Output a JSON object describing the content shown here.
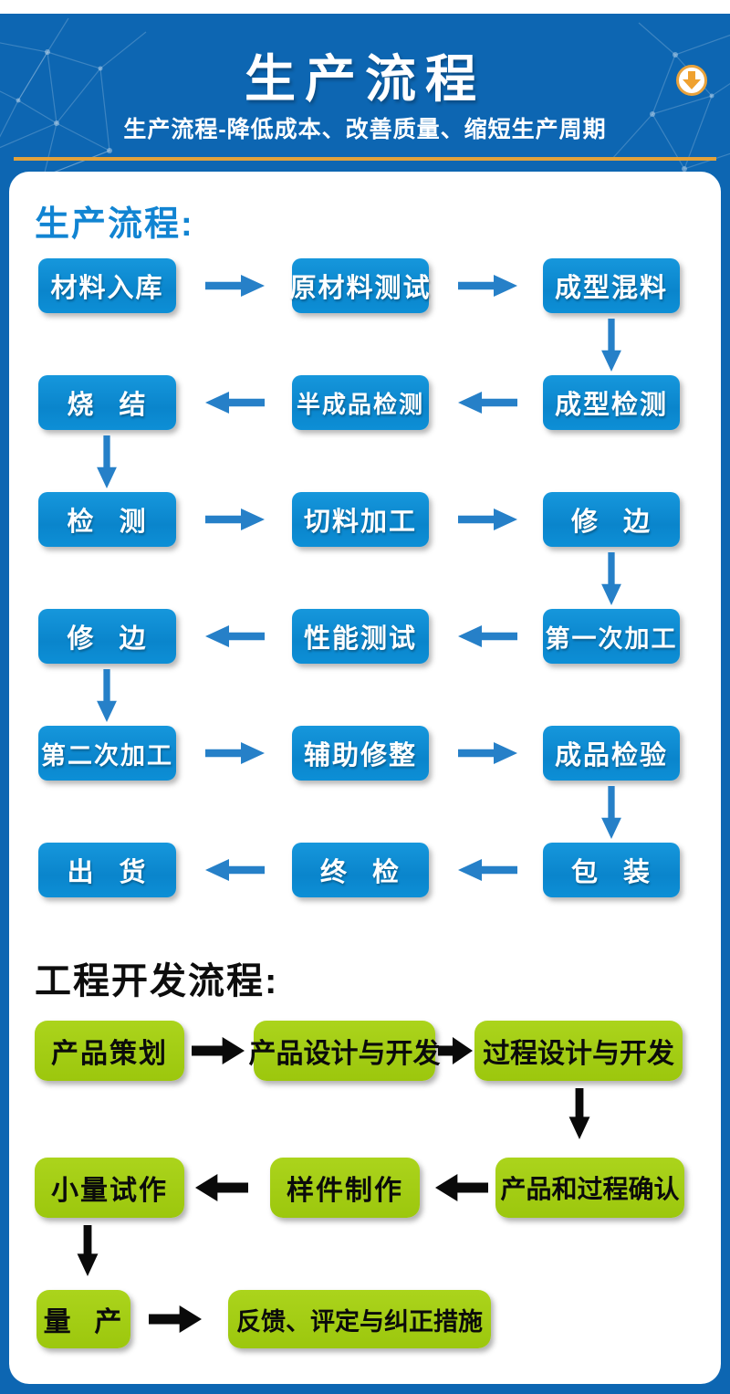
{
  "header": {
    "title": "生产流程",
    "subtitle": "生产流程-降低成本、改善质量、缩短生产周期",
    "download_icon": "circle-down-arrow",
    "bg_color": "#0d66b2",
    "accent_gold": "#e2a23c"
  },
  "production": {
    "heading": "生产流程:",
    "heading_color": "#1184d2",
    "box_color": "#0d8fd6",
    "arrow_color": "#2680c8",
    "rows": [
      {
        "direction": "right",
        "boxes": [
          "材料入库",
          "原材料测试",
          "成型混料"
        ]
      },
      {
        "direction": "left",
        "boxes": [
          "烧 结",
          "半成品检测",
          "成型检测"
        ]
      },
      {
        "direction": "right",
        "boxes": [
          "检 测",
          "切料加工",
          "修 边"
        ]
      },
      {
        "direction": "left",
        "boxes": [
          "修 边",
          "性能测试",
          "第一次加工"
        ]
      },
      {
        "direction": "right",
        "boxes": [
          "第二次加工",
          "辅助修整",
          "成品检验"
        ]
      },
      {
        "direction": "left",
        "boxes": [
          "出 货",
          "终 检",
          "包 装"
        ]
      }
    ]
  },
  "engineering": {
    "heading": "工程开发流程:",
    "heading_color": "#0d0d0d",
    "box_color": "#9fca10",
    "arrow_color": "#0a0a0a",
    "rows": [
      {
        "direction": "right",
        "boxes": [
          "产品策划",
          "产品设计与开发",
          "过程设计与开发"
        ]
      },
      {
        "direction": "left",
        "boxes": [
          "小量试作",
          "样件制作",
          "产品和过程确认"
        ]
      },
      {
        "direction": "right",
        "boxes": [
          "量 产",
          "反馈、评定与纠正措施"
        ]
      }
    ]
  }
}
